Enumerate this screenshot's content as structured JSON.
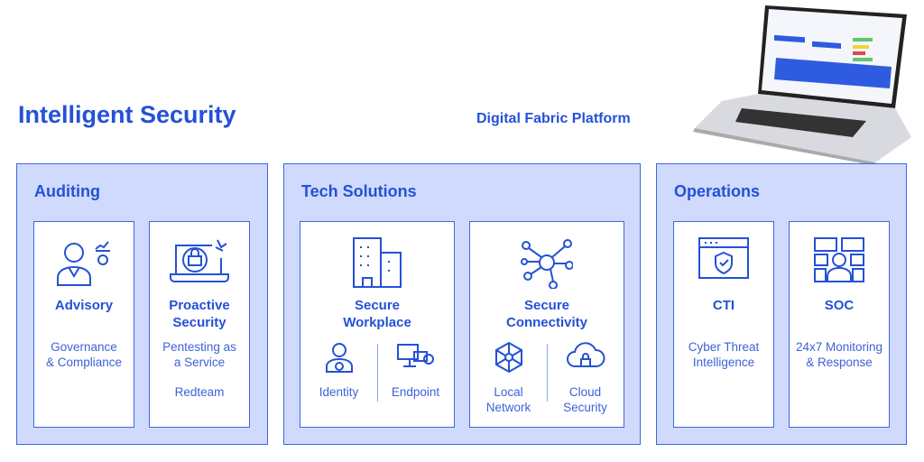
{
  "title": "Intelligent Security",
  "platform": "Digital Fabric Platform",
  "panels": {
    "auditing": {
      "title": "Auditing",
      "cards": [
        {
          "name": "Advisory",
          "desc": "Governance & Compliance"
        },
        {
          "name": "Proactive Security",
          "desc": "Pentesting as a Service",
          "extra": "Redteam"
        }
      ]
    },
    "tech": {
      "title": "Tech Solutions",
      "cards": [
        {
          "name": "Secure Workplace",
          "subs": [
            "Identity",
            "Endpoint"
          ]
        },
        {
          "name": "Secure Connectivity",
          "subs": [
            "Local Network",
            "Cloud Security"
          ]
        }
      ]
    },
    "operations": {
      "title": "Operations",
      "cards": [
        {
          "name": "CTI",
          "desc": "Cyber Threat Intelligence"
        },
        {
          "name": "SOC",
          "desc": "24x7 Monitoring & Response"
        }
      ]
    }
  },
  "colors": {
    "accent": "#2451d6",
    "panel": "#d0dafc"
  }
}
